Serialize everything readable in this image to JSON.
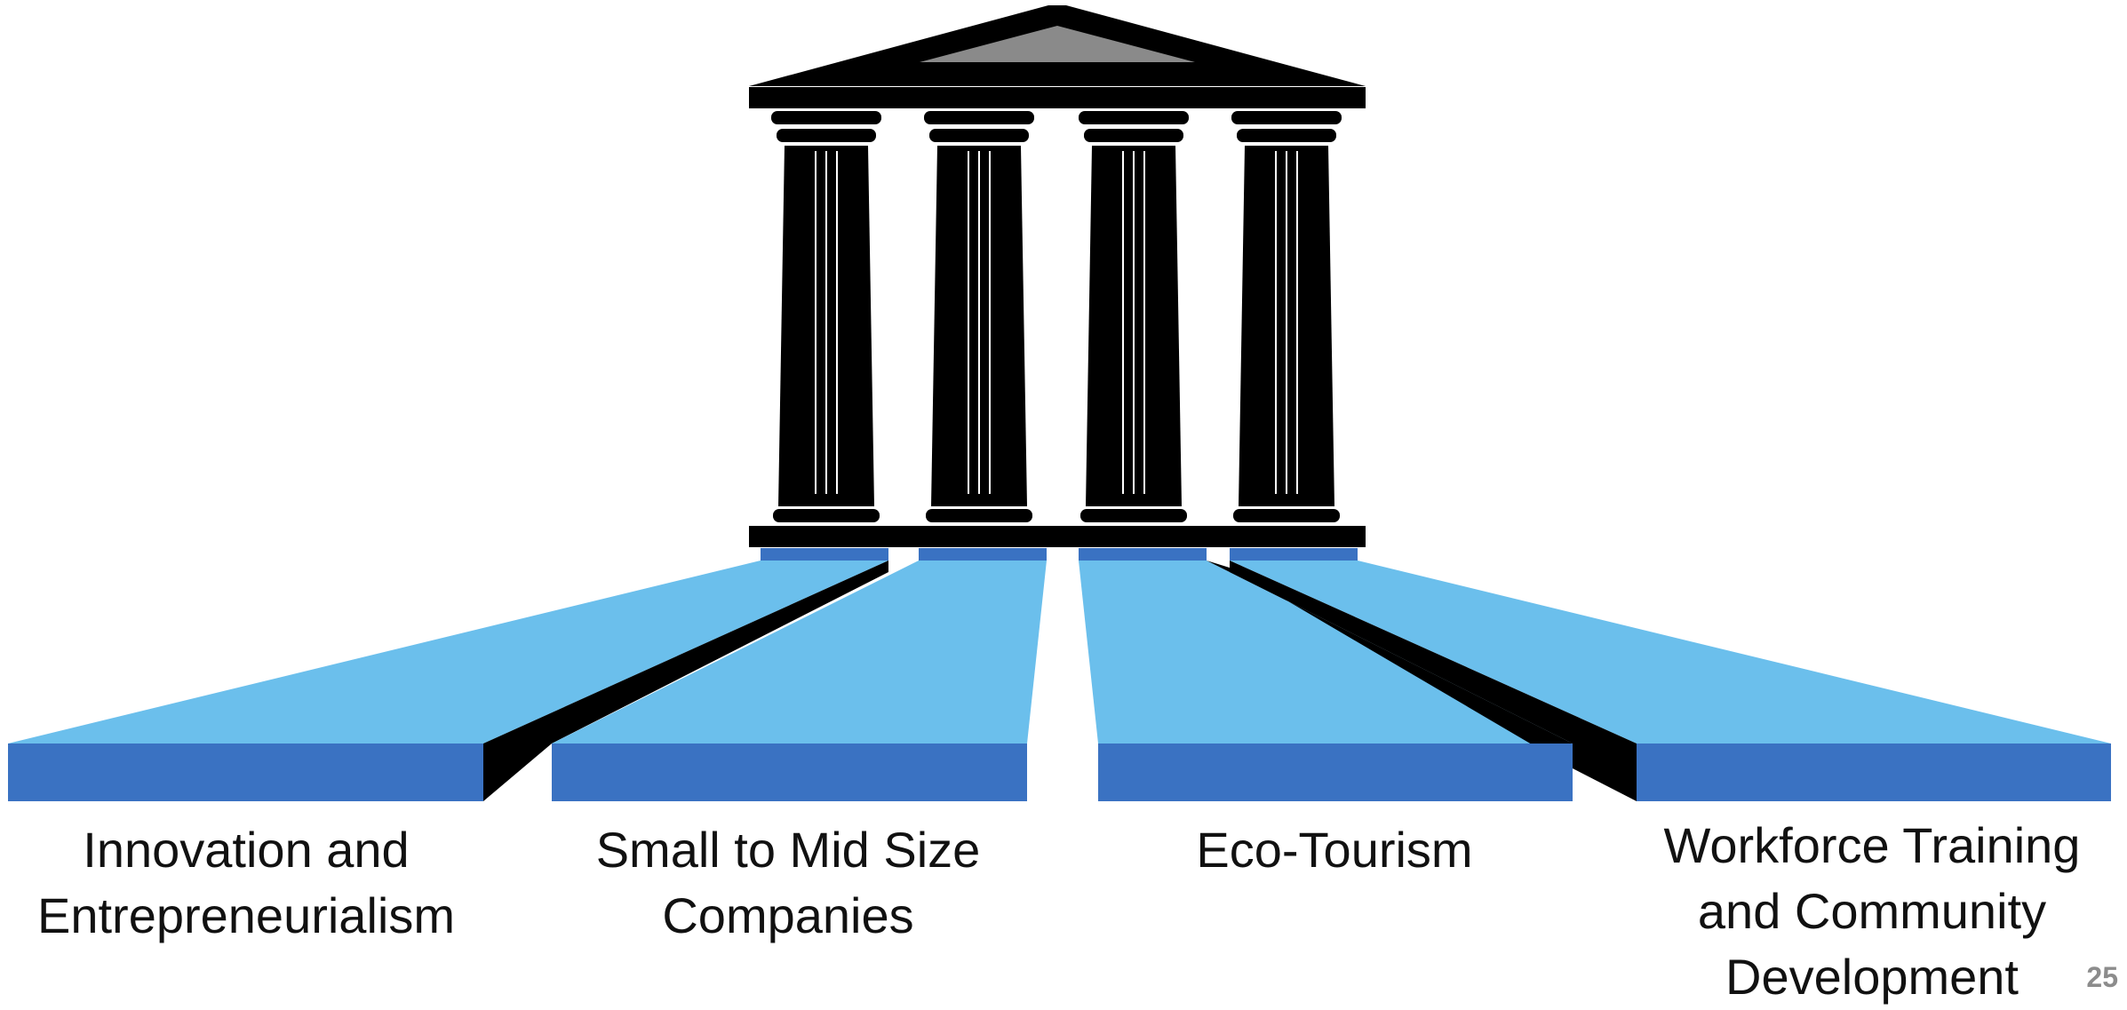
{
  "pillars": [
    {
      "lines": [
        "Innovation and",
        "Entrepreneurialism"
      ]
    },
    {
      "lines": [
        "Small to Mid Size",
        "Companies"
      ]
    },
    {
      "lines": [
        "Eco-Tourism"
      ]
    },
    {
      "lines": [
        "Workforce Training",
        "and Community",
        "Development"
      ]
    }
  ],
  "page_number": "25",
  "colors": {
    "temple": "#000000",
    "pediment_inner": "#8a8a8a",
    "plank_top": "#6bbfec",
    "plank_front": "#3a72c2"
  }
}
